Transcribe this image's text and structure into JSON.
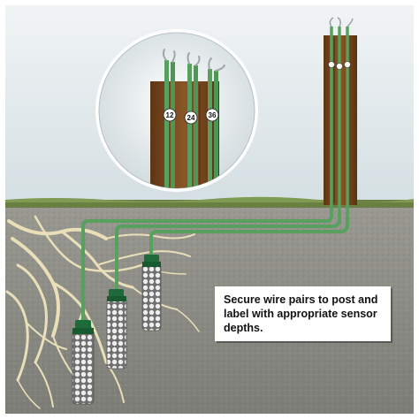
{
  "caption": "Secure wire pairs to post and label with appropriate sensor depths.",
  "depth_labels": [
    "12",
    "24",
    "36"
  ],
  "colors": {
    "sky": "#d9e2e6",
    "soil": "#8d8d86",
    "grass": "#6a7f42",
    "post": "#7a4a22",
    "wire": "#57a05d",
    "roots": "#e9dfb8",
    "sensor_cap": "#1e6a3a"
  }
}
